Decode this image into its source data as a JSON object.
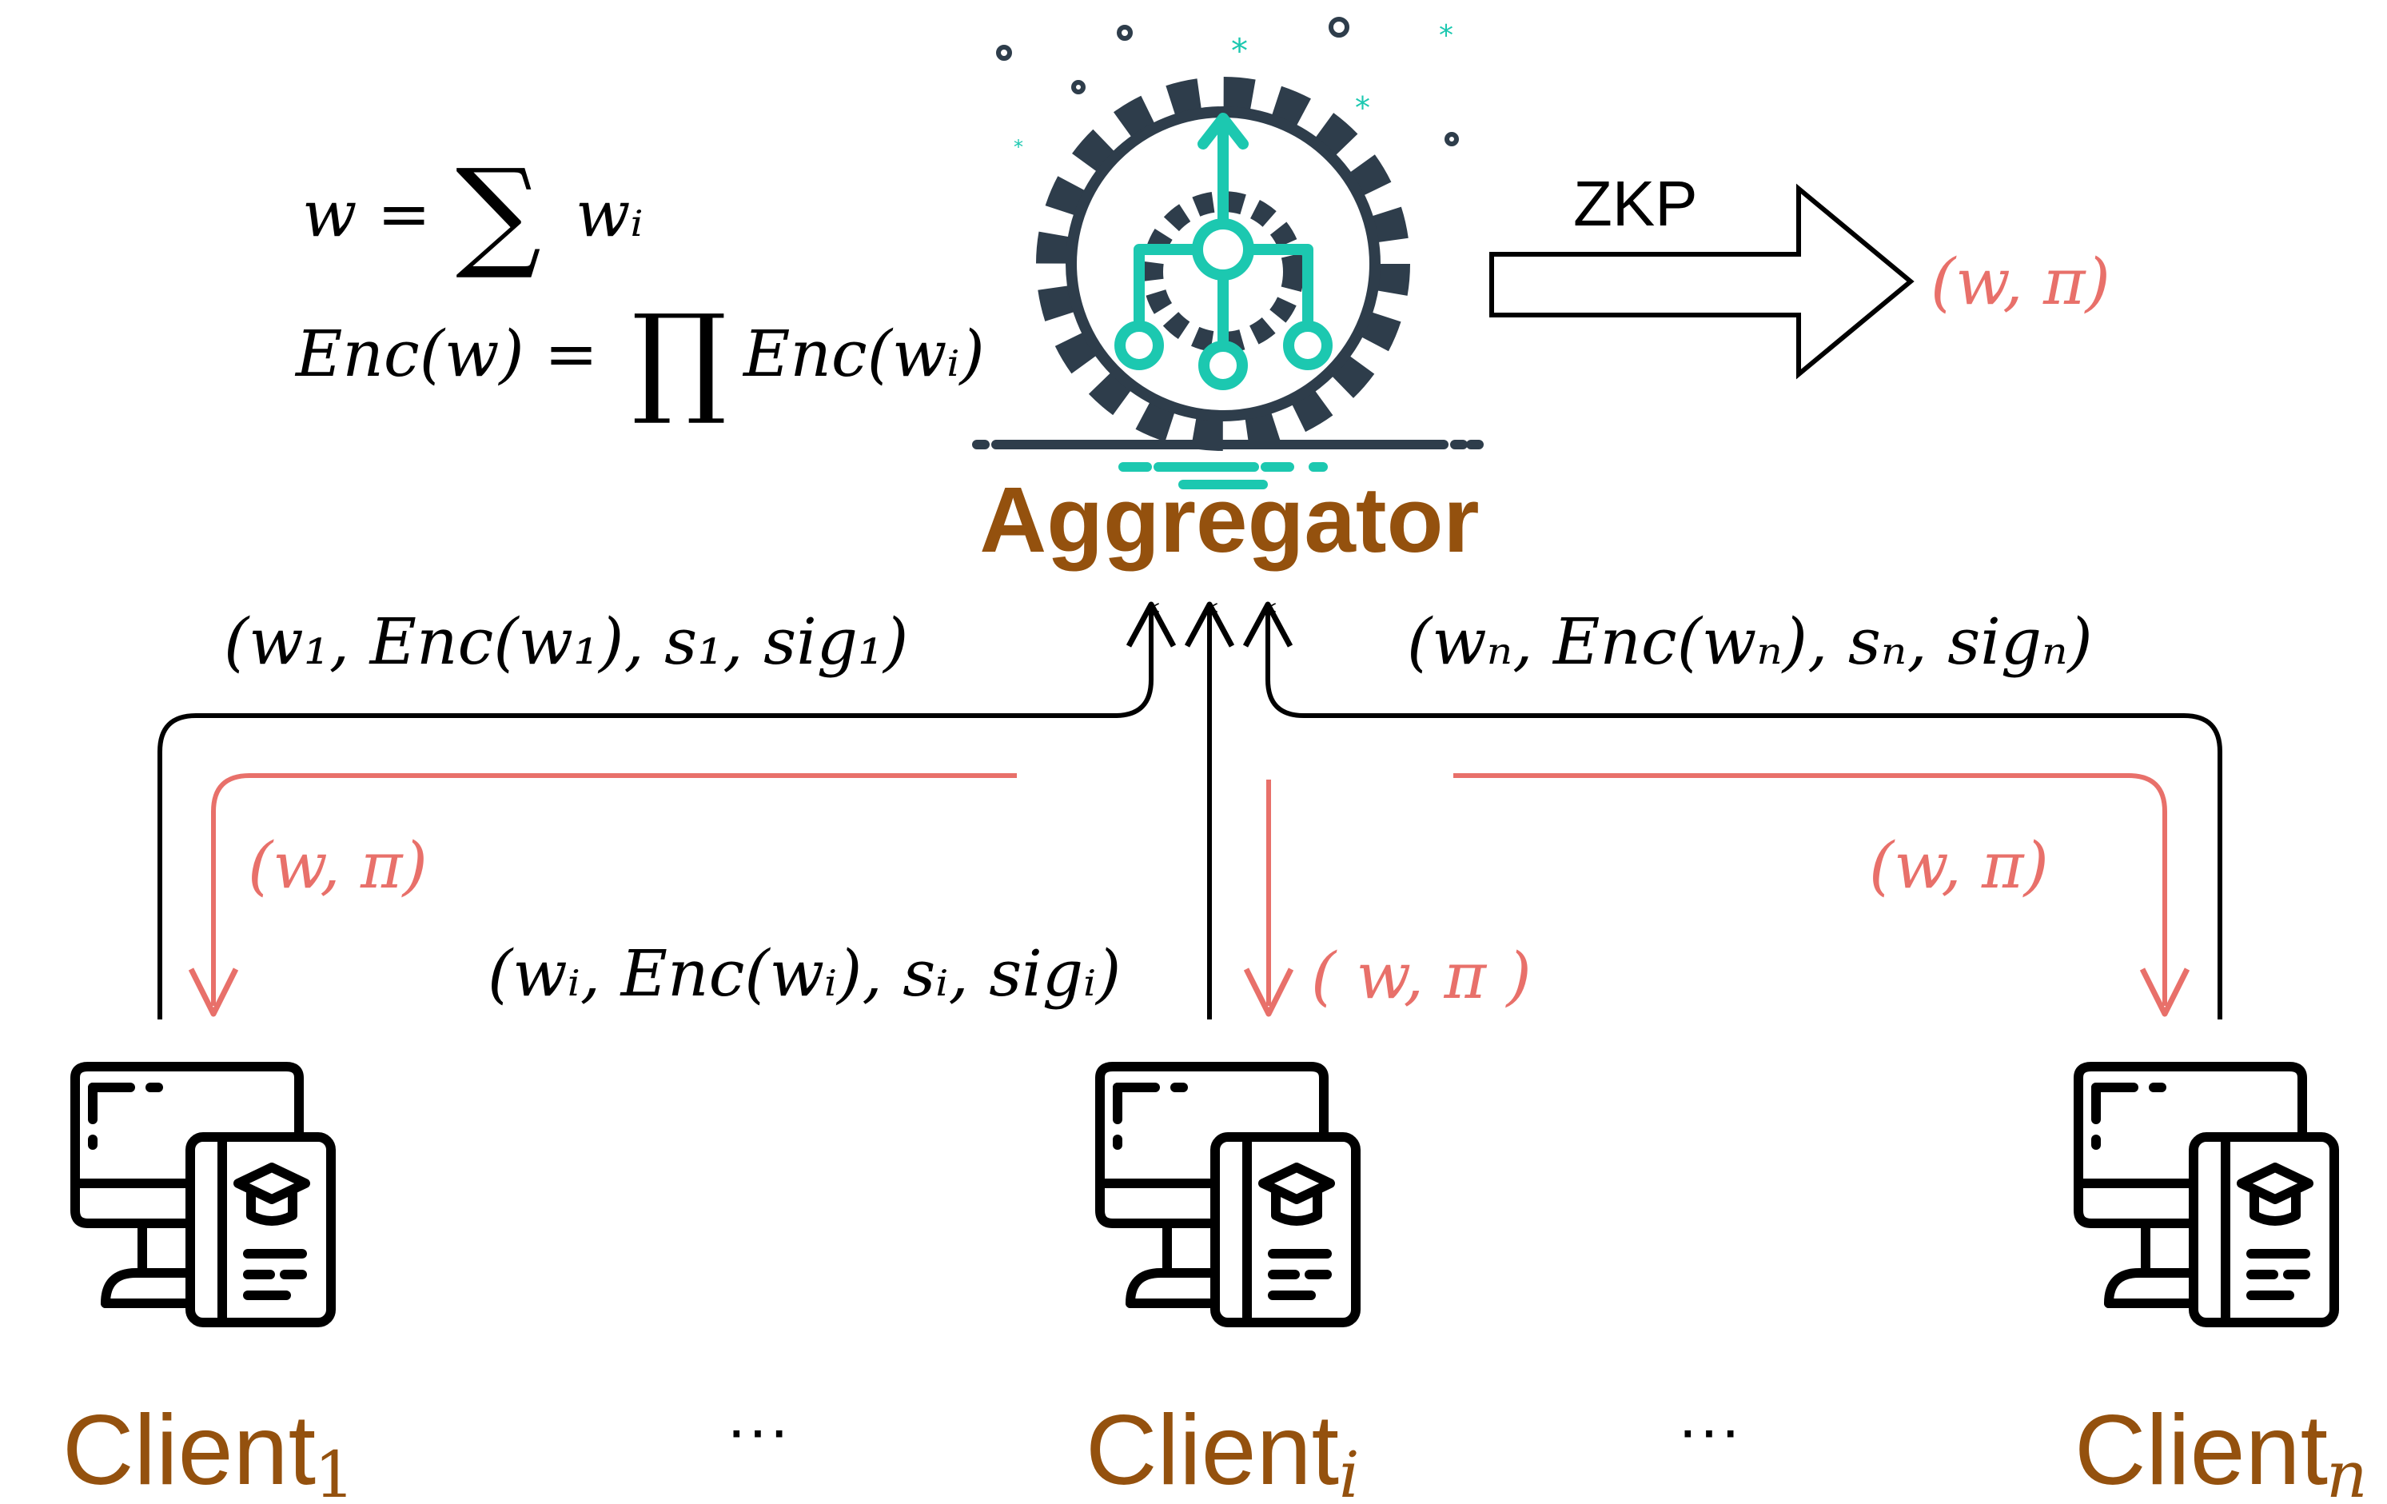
{
  "colors": {
    "ink": "#000000",
    "feedback": "#E8706A",
    "entity_label": "#94510E",
    "icon_dark": "#2E3D4B",
    "icon_accent": "#1CC8B0"
  },
  "equations": {
    "sum": {
      "lhs": "w = ",
      "op": "∑",
      "rhs": "wᵢ"
    },
    "product": {
      "lhs": "Enc(w) = ",
      "op": "∏",
      "rhs": "Enc(wᵢ)"
    }
  },
  "aggregator": {
    "label": "Aggregator",
    "icon": "gear-network-icon"
  },
  "zkp": {
    "arrow_label": "ZKP",
    "output": "(w, π)"
  },
  "uploads": {
    "client_1": "(w₁, Enc(w₁), s₁, sig₁)",
    "client_i": "(wᵢ, Enc(wᵢ), sᵢ, sigᵢ)",
    "client_n": "(wₙ, Enc(wₙ), sₙ, sigₙ)"
  },
  "downloads": {
    "client_1": "(w, π)",
    "client_i": "( w, π )",
    "client_n": "(w, π)"
  },
  "clients": [
    {
      "name": "Client",
      "subscript": "1",
      "icon": "computer-certificate-icon"
    },
    {
      "name": "Client",
      "subscript": "i",
      "icon": "computer-certificate-icon"
    },
    {
      "name": "Client",
      "subscript": "n",
      "icon": "computer-certificate-icon"
    }
  ],
  "ellipses": [
    "···",
    "···"
  ]
}
